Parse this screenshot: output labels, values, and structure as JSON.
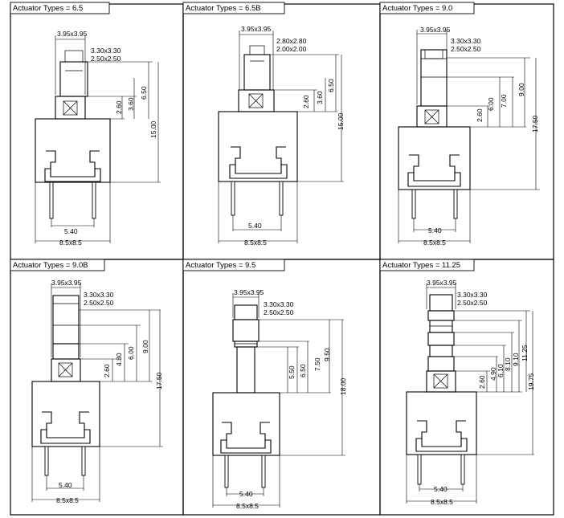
{
  "panels": [
    {
      "title": "Actuator Types = 6.5",
      "outer_size": "3.95x3.95",
      "mid_size": "3.30x3.30",
      "inner_size": "2.50x2.50",
      "vertical_dims": [
        "2.60",
        "3.60",
        "6.50",
        "15.00"
      ],
      "pin_spacing": "5.40",
      "body_width": "8.5x8.5"
    },
    {
      "title": "Actuator Types = 6.5B",
      "outer_size": "3.95x3.95",
      "mid_size": "2.80x2.80",
      "inner_size": "2.00x2.00",
      "vertical_dims": [
        "2.60",
        "3.60",
        "6.50",
        "15.00"
      ],
      "pin_spacing": "5.40",
      "body_width": "8.5x8.5"
    },
    {
      "title": "Actuator Types = 9.0",
      "outer_size": "3.95x3.95",
      "mid_size": "3.30x3.30",
      "inner_size": "2.50x2.50",
      "vertical_dims": [
        "2.60",
        "6.00",
        "7.00",
        "9.00",
        "17.50"
      ],
      "pin_spacing": "5.40",
      "body_width": "8.5x8.5"
    },
    {
      "title": "Actuator Types = 9.0B",
      "outer_size": "3.95x3.95",
      "mid_size": "3.30x3.30",
      "inner_size": "2.50x2.50",
      "vertical_dims": [
        "2.60",
        "4.80",
        "6.00",
        "9.00",
        "17.50"
      ],
      "pin_spacing": "5.40",
      "body_width": "8.5x8.5"
    },
    {
      "title": "Actuator Types = 9.5",
      "outer_size": "3.95x3.95",
      "mid_size": "3.30x3.30",
      "inner_size": "2.50x2.50",
      "vertical_dims": [
        "5.50",
        "6.50",
        "7.50",
        "9.50",
        "18.00"
      ],
      "pin_spacing": "5.40",
      "body_width": "8.5x8.5"
    },
    {
      "title": "Actuator Types = 11.25",
      "outer_size": "3.95x3.95",
      "mid_size": "3.30x3.30",
      "inner_size": "2.50x2.50",
      "vertical_dims": [
        "2.60",
        "4.90",
        "6.10",
        "8.10",
        "9.10",
        "11.25",
        "19.75"
      ],
      "pin_spacing": "5.40",
      "body_width": "8.5x8.5"
    }
  ]
}
